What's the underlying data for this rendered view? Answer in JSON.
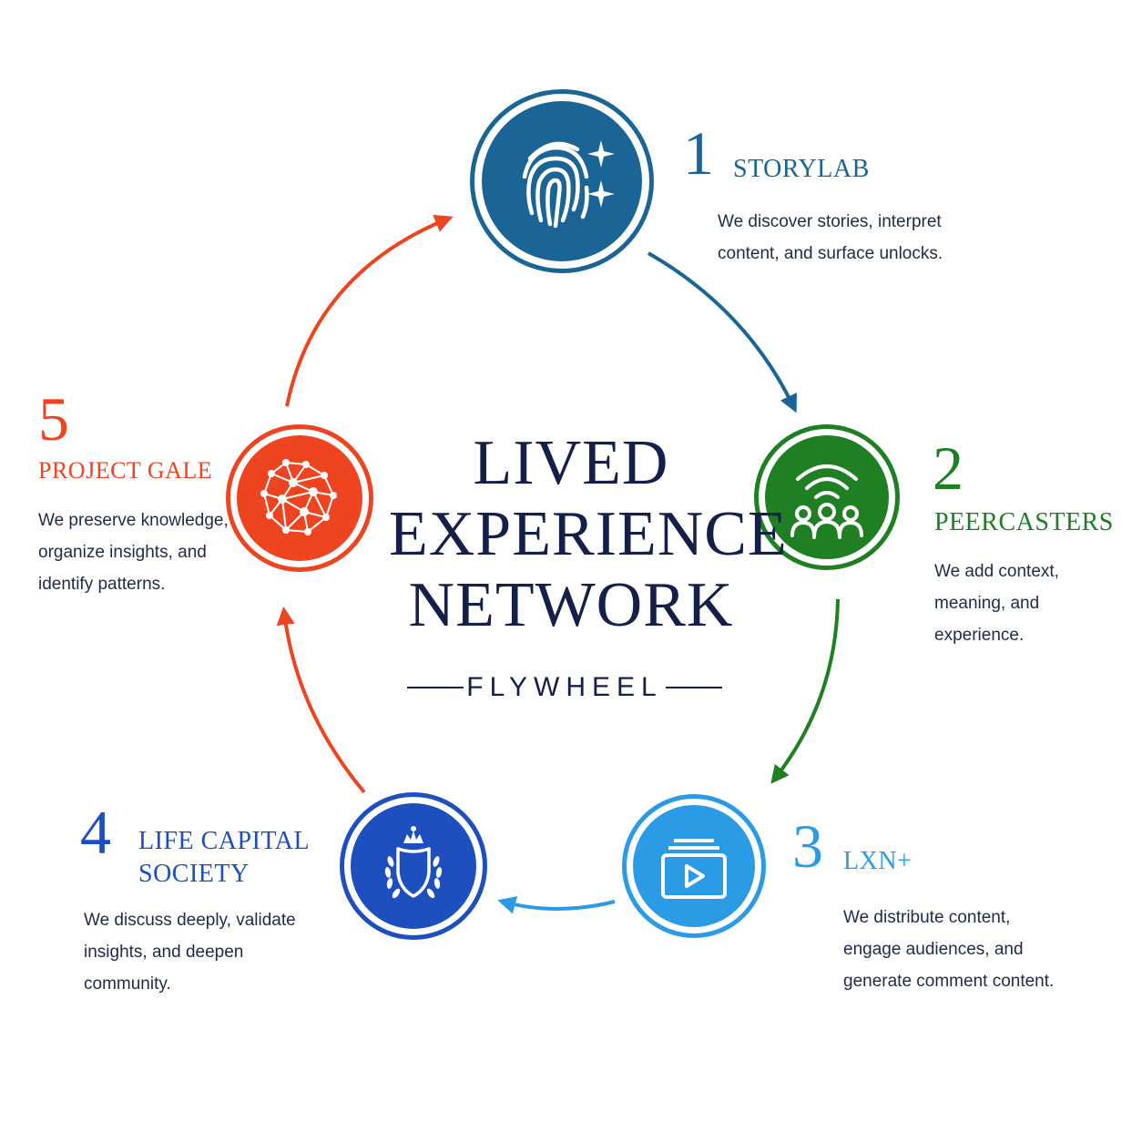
{
  "title": {
    "lines": [
      "LIVED",
      "EXPERIENCE",
      "NETWORK"
    ],
    "subtitle": "FLYWHEEL"
  },
  "steps": [
    {
      "number": "1",
      "title": "STORYLAB",
      "description": [
        "We discover stories, interpret",
        "content, and surface unlocks."
      ],
      "color": "#1a6596",
      "icon": "fingerprint-sparkle-icon"
    },
    {
      "number": "2",
      "title": "PEERCASTERS",
      "description": [
        "We add context,",
        "meaning, and",
        "experience."
      ],
      "color": "#1e8022",
      "icon": "broadcast-people-icon"
    },
    {
      "number": "3",
      "title": "LXN+",
      "description": [
        "We distribute content,",
        "engage audiences, and",
        "generate comment content."
      ],
      "color": "#2b9be6",
      "icon": "video-library-icon"
    },
    {
      "number": "4",
      "title": [
        "LIFE CAPITAL",
        "SOCIETY"
      ],
      "description": [
        "We discuss deeply, validate",
        "insights, and deepen",
        "community."
      ],
      "color": "#1d4fbf",
      "icon": "crest-shield-icon"
    },
    {
      "number": "5",
      "title": "PROJECT GALE",
      "description": [
        "We preserve knowledge,",
        "organize insights, and",
        "identify patterns."
      ],
      "color": "#ee4420",
      "icon": "network-globe-icon"
    }
  ],
  "colors": {
    "text_dark": "#15204a",
    "arrow_1_to_2": "#1a6596",
    "arrow_2_to_3": "#1e8022",
    "arrow_3_to_4": "#2b9be6",
    "arrow_4_to_5": "#ee4420",
    "arrow_5_to_1": "#ee4420"
  }
}
